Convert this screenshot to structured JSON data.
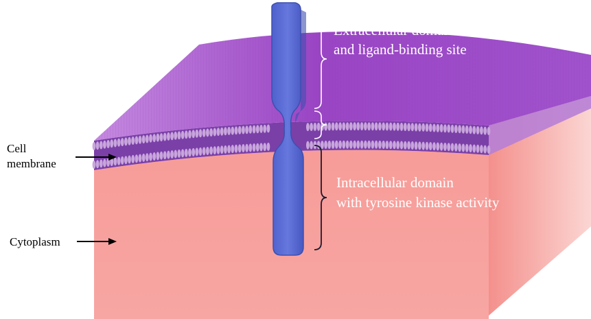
{
  "labels": {
    "extracellular_line1": "Extracellular domain",
    "extracellular_line2": "and ligand-binding site",
    "intracellular_line1": "Intracellular domain",
    "intracellular_line2": "with tyrosine kinase activity",
    "cell_membrane_line1": "Cell",
    "cell_membrane_line2": "membrane",
    "cytoplasm": "Cytoplasm"
  },
  "colors": {
    "membrane_top": "#9a45c4",
    "membrane_top_light": "#c58ae0",
    "lipid_layer": "#7b3fa8",
    "lipid_head": "#c8a6dc",
    "cytoplasm": "#f7a3a0",
    "cytoplasm_side": "#f8c4c0",
    "receptor": "#5b6ed6",
    "receptor_dark": "#3e4fb0",
    "extracellular_brace": "#ffffff",
    "intracellular_brace": "#1a1a2e"
  }
}
